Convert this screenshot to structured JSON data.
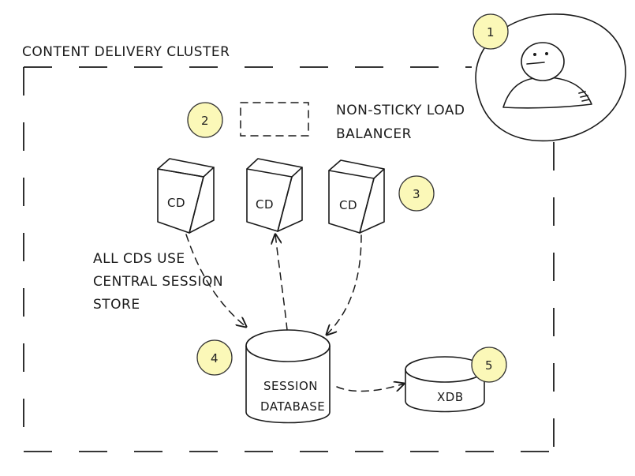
{
  "cluster": {
    "title": "CONTENT DELIVERY CLUSTER"
  },
  "load_balancer": {
    "label_line1": "NON-STICKY LOAD",
    "label_line2": "BALANCER"
  },
  "servers": [
    {
      "label": "CD"
    },
    {
      "label": "CD"
    },
    {
      "label": "CD"
    }
  ],
  "note": {
    "line1": "ALL CDS USE",
    "line2": "CENTRAL SESSION",
    "line3": "STORE"
  },
  "session_db": {
    "line1": "SESSION",
    "line2": "DATABASE"
  },
  "xdb": {
    "label": "XDB"
  },
  "badges": [
    "1",
    "2",
    "3",
    "4",
    "5"
  ],
  "colors": {
    "badge_fill": "#fbf8b8",
    "ink": "#1a1a1a",
    "background": "#ffffff"
  }
}
